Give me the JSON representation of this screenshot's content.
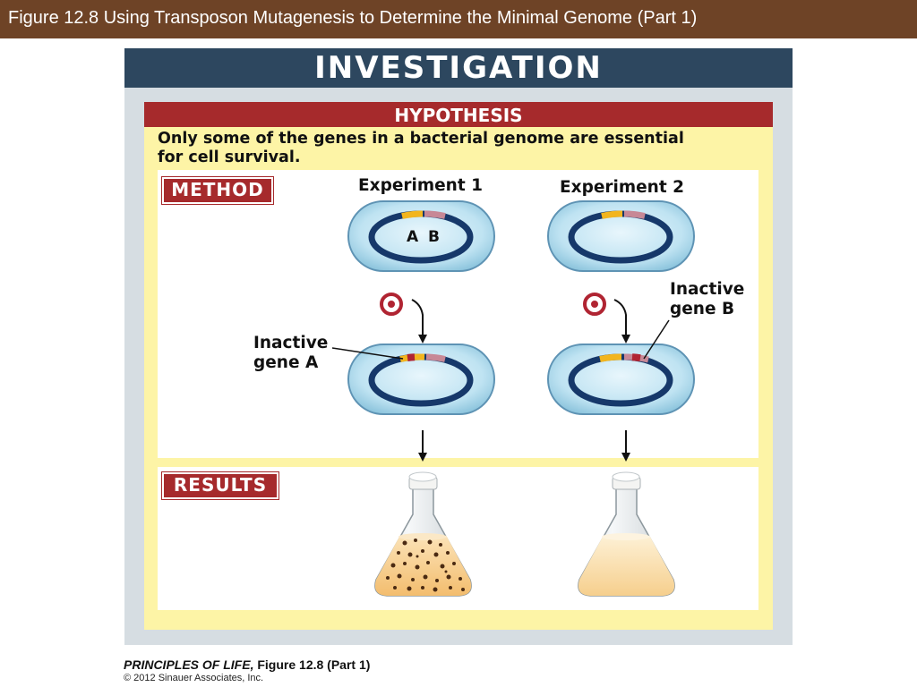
{
  "slide_title": "Figure 12.8  Using Transposon Mutagenesis to Determine the Minimal Genome (Part 1)",
  "panel_title": "INVESTIGATION",
  "hypothesis": {
    "heading": "HYPOTHESIS",
    "text_line1": "Only some of the genes in a bacterial genome are essential",
    "text_line2": "for cell survival."
  },
  "method": {
    "tag": "METHOD",
    "experiment1_title": "Experiment 1",
    "experiment2_title": "Experiment 2",
    "gene_label_a": "A",
    "gene_label_b": "B",
    "inactive_a_line1": "Inactive",
    "inactive_a_line2": "gene A",
    "inactive_b_line1": "Inactive",
    "inactive_b_line2": "gene B"
  },
  "results": {
    "tag": "RESULTS"
  },
  "credit": {
    "book": "PRINCIPLES OF LIFE,",
    "figure": " Figure 12.8 (Part 1)",
    "copyright": "© 2012 Sinauer Associates, Inc."
  },
  "colors": {
    "title_bar": "#6e4326",
    "header_blue": "#2d475f",
    "red": "#a62a2c",
    "yellow_bg": "#fdf4a6",
    "gene_a": "#f2b51e",
    "gene_b": "#c78896",
    "cell_fill": "#bfe3f2",
    "dna_ring": "#16386a"
  }
}
